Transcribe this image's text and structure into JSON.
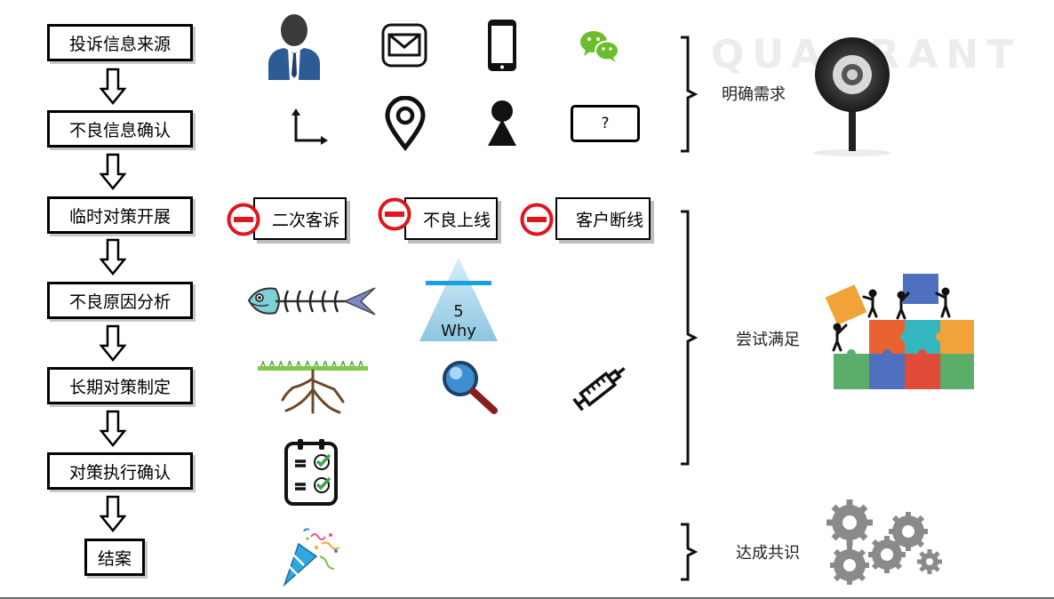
{
  "watermark": "QUADRANT",
  "steps": [
    {
      "label": "投诉信息来源"
    },
    {
      "label": "不良信息确认"
    },
    {
      "label": "临时对策开展"
    },
    {
      "label": "不良原因分析"
    },
    {
      "label": "长期对策制定"
    },
    {
      "label": "对策执行确认"
    },
    {
      "label": "结案"
    }
  ],
  "temporary_measures": [
    {
      "label": "二次客诉"
    },
    {
      "label": "不良上线"
    },
    {
      "label": "客户断线"
    }
  ],
  "question_box": "?",
  "five_why": {
    "number": "5",
    "word": "Why"
  },
  "phases": [
    {
      "label": "明确需求"
    },
    {
      "label": "尝试满足"
    },
    {
      "label": "达成共识"
    }
  ],
  "icons": {
    "row1": [
      "person-icon",
      "mail-icon",
      "phone-icon",
      "wechat-icon"
    ],
    "row2": [
      "axis-icon",
      "location-pin-icon",
      "keyhole-person-icon",
      "question-box"
    ],
    "row4": [
      "fishbone-icon",
      "five-why-pyramid"
    ],
    "row5": [
      "root-icon",
      "magnifier-icon",
      "syringe-icon"
    ],
    "row6": [
      "checklist-icon"
    ],
    "row7": [
      "party-popper-icon"
    ],
    "phase_images": [
      "megaphone-icon",
      "puzzle-teamwork-icon",
      "gears-icon"
    ]
  },
  "colors": {
    "no_sign": "#e0161d",
    "accent_blue": "#1a9fe0",
    "puzzle": [
      "#f1a33a",
      "#e04b3a",
      "#35b7c2",
      "#4f6fbf",
      "#5aae6a",
      "#e8632f"
    ]
  }
}
